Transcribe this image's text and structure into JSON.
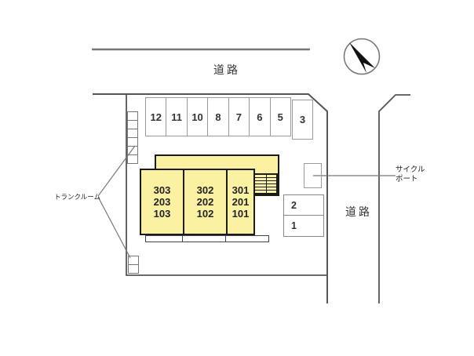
{
  "colors": {
    "building_fill": "#faf1a1"
  },
  "labels": {
    "road_top": "道路",
    "road_right": "道路",
    "trunk_room": "トランクルーム",
    "cycle_port": [
      "サイクル",
      "ポート"
    ]
  },
  "parking": {
    "row_numbers": [
      "12",
      "11",
      "10",
      "8",
      "7",
      "6",
      "5"
    ],
    "offset_stall": "3",
    "side_numbers": [
      "2",
      "1"
    ]
  },
  "building": {
    "units": [
      [
        "303",
        "203",
        "103"
      ],
      [
        "302",
        "202",
        "102"
      ],
      [
        "301",
        "201",
        "101"
      ]
    ]
  },
  "trunk_rooms": {
    "top_box_count": 6,
    "bottom_box_count": 2
  },
  "compass": {
    "type": "north-arrow"
  }
}
